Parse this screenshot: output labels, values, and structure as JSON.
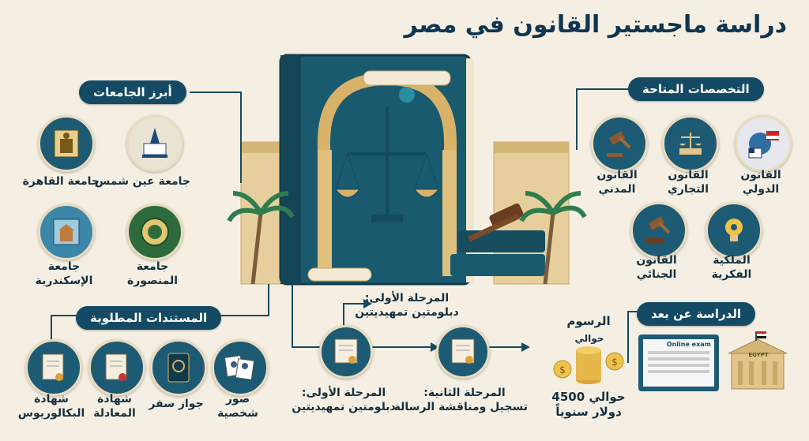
{
  "title": "دراسة ماجستير القانون في مصر",
  "universities": {
    "heading": "أبرز الجامعات",
    "items": [
      {
        "line1": "جامعة القاهرة",
        "line2": "",
        "icon": "cairo-university-icon"
      },
      {
        "line1": "جامعة عين شمس",
        "line2": "",
        "icon": "ain-shams-university-icon"
      },
      {
        "line1": "جامعة",
        "line2": "الإسكندرية",
        "icon": "alexandria-university-icon"
      },
      {
        "line1": "جامعة",
        "line2": "المنصورة",
        "icon": "mansoura-university-icon"
      }
    ]
  },
  "specializations": {
    "heading": "التخصصات المتاحة",
    "items": [
      {
        "line1": "القانون",
        "line2": "الدولي",
        "icon": "globe-flags-icon"
      },
      {
        "line1": "القانون",
        "line2": "التجاري",
        "icon": "scales-book-icon"
      },
      {
        "line1": "القانون",
        "line2": "المدني",
        "icon": "gavel-icon"
      },
      {
        "line1": "الملكية",
        "line2": "الفكرية",
        "icon": "lightbulb-gear-icon"
      },
      {
        "line1": "القانون",
        "line2": "الجنائي",
        "icon": "gavel-block-icon"
      }
    ]
  },
  "documents": {
    "heading": "المستندات المطلوبة",
    "items": [
      {
        "line1": "شهادة",
        "line2": "البكالوريوس",
        "icon": "bachelor-certificate-icon"
      },
      {
        "line1": "شهادة",
        "line2": "المعادلة",
        "icon": "equivalency-certificate-icon"
      },
      {
        "line1": "جواز سفر",
        "line2": "",
        "icon": "passport-icon"
      },
      {
        "line1": "صور",
        "line2": "شخصية",
        "icon": "personal-photos-icon"
      }
    ]
  },
  "stages": {
    "top": {
      "line1": "المرحلة الأولى:",
      "line2": "دبلومتين تمهيديتين"
    },
    "first": {
      "line1": "المرحلة الأولى:",
      "line2": "دبلومتين تمهيديتين"
    },
    "second": {
      "line1": "المرحلة الثانية:",
      "line2": "تسجيل ومناقشة الرسالة"
    }
  },
  "fees": {
    "heading": "الرسوم",
    "approx": "حوالي",
    "amount": "حوالي 4500",
    "unit": "دولار سنوياً"
  },
  "remote": {
    "heading": "الدراسة عن بعد",
    "screen_label": "Online exam",
    "building_label": "EGYPT"
  },
  "colors": {
    "navy": "#144a63",
    "teal": "#1d5a73",
    "gold": "#d9b26a",
    "cream": "#f5efe3"
  }
}
